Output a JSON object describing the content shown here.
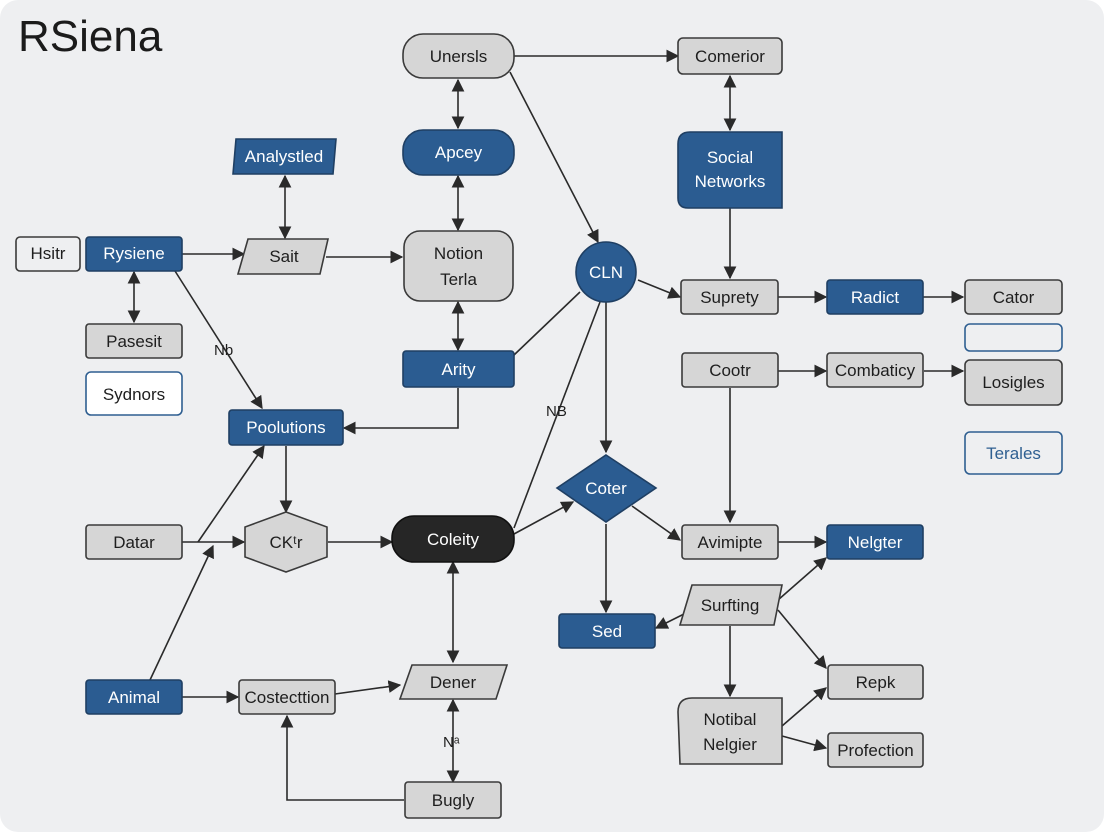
{
  "title": "RSiena",
  "colors": {
    "blue": "#2b5c91",
    "gray": "#d6d6d6",
    "outline": "#3a3a3a",
    "dark": "#262626",
    "bg": "#eeeff1",
    "blue_outline": "#2f5f91"
  },
  "nodes": {
    "unersls": "Unersls",
    "comerior": "Comerior",
    "apcey": "Apcey",
    "analystled": "Analystled",
    "social": [
      "Social",
      "Networks"
    ],
    "hsitr": "Hsitr",
    "rysiene": "Rysiene",
    "sait": "Sait",
    "notion": [
      "Notion",
      "Terla"
    ],
    "cln": "CLN",
    "suprety": "Suprety",
    "radict": "Radict",
    "cator": "Cator",
    "pasesit": "Pasesit",
    "sydnors": "Sydnors",
    "arity": "Arity",
    "cootr": "Cootr",
    "combaticy": "Combaticy",
    "losigles": "Losigles",
    "poolutions": "Poolutions",
    "terales": "Terales",
    "coter": "Coter",
    "datar": "Datar",
    "ckir": "CKᵗr",
    "coleity": "Coleity",
    "avimipte": "Avimipte",
    "nelgter": "Nelgter",
    "sed": "Sed",
    "surfting": "Surfting",
    "animal": "Animal",
    "costecttion": "Costecttion",
    "dener": "Dener",
    "repk": "Repk",
    "notibal": [
      "Notibal",
      "Nelgier"
    ],
    "profection": "Profection",
    "bugly": "Bugly"
  },
  "edge_labels": {
    "nb1": "Nb",
    "nb2": "NB",
    "nb3": "Nᵃ"
  }
}
